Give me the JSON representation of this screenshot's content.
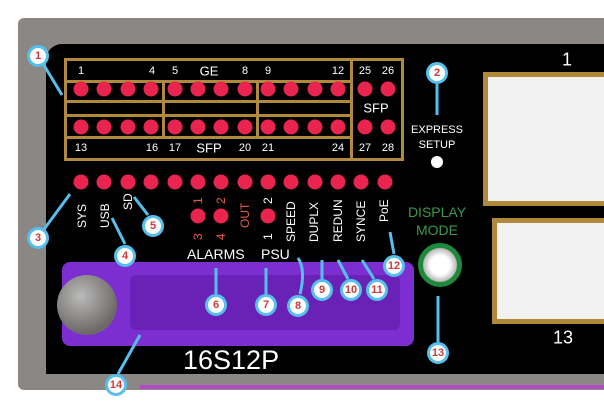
{
  "ge_top_labels": [
    "1",
    "4",
    "5",
    "GE",
    "8",
    "9",
    "12",
    "25",
    "26"
  ],
  "sfp_right_label": "SFP",
  "ge_bottom_labels": [
    "13",
    "16",
    "17",
    "SFP",
    "20",
    "21",
    "24",
    "27",
    "28"
  ],
  "status_labels": {
    "sys": "SYS",
    "usb": "USB",
    "sd": "SD",
    "alarm_1": "1",
    "alarm_2": "2",
    "alarm_3": "3",
    "alarm_4": "4",
    "out": "OUT",
    "psu_1": "1",
    "psu_2": "2",
    "speed": "SPEED",
    "duplx": "DUPLX",
    "redun": "REDUN",
    "synce": "SYNCE",
    "poe": "PoE"
  },
  "alarms_label": "ALARMS",
  "psu_label": "PSU",
  "express_setup": [
    "EXPRESS",
    "SETUP"
  ],
  "display_mode": [
    "DISPLAY",
    "MODE"
  ],
  "model": "16S12P",
  "port_labels": [
    "1",
    "13"
  ],
  "callouts": [
    "1",
    "2",
    "3",
    "4",
    "5",
    "6",
    "7",
    "8",
    "9",
    "10",
    "11",
    "12",
    "13",
    "14"
  ],
  "colors": {
    "led": "#e8244f",
    "gold": "#b08a3a",
    "callout": "#55bfee",
    "bar": "#7d2ed0",
    "display": "#3a9a4a"
  }
}
